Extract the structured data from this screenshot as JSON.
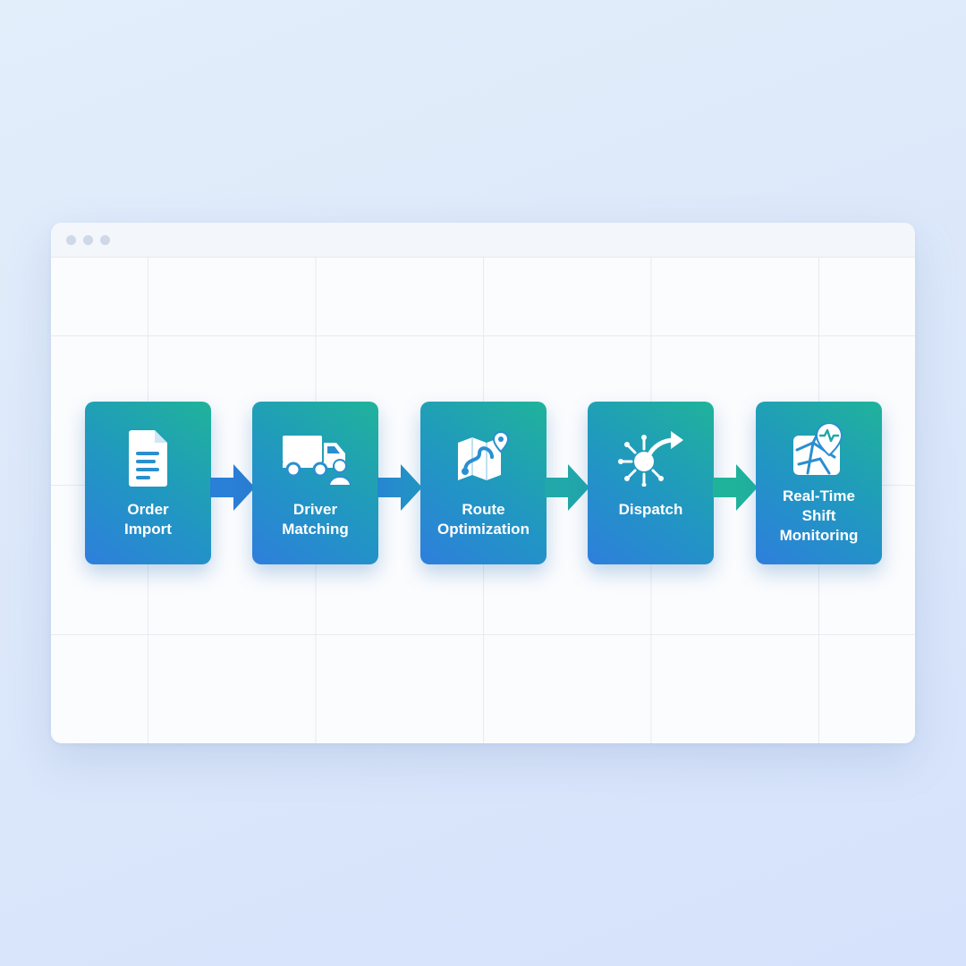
{
  "window": {
    "dots": 3
  },
  "steps": [
    {
      "label": "Order\nImport",
      "icon": "document-icon"
    },
    {
      "label": "Driver\nMatching",
      "icon": "truck-driver-icon"
    },
    {
      "label": "Route\nOptimization",
      "icon": "route-map-icon"
    },
    {
      "label": "Dispatch",
      "icon": "dispatch-icon"
    },
    {
      "label": "Real-Time\nShift\nMonitoring",
      "icon": "map-pulse-icon"
    }
  ],
  "colors": {
    "step_gradient_start": "#2e7fdc",
    "step_gradient_end": "#1fb39a",
    "arrow_blue": "#2a7fd6",
    "arrow_teal": "#20b39c"
  }
}
